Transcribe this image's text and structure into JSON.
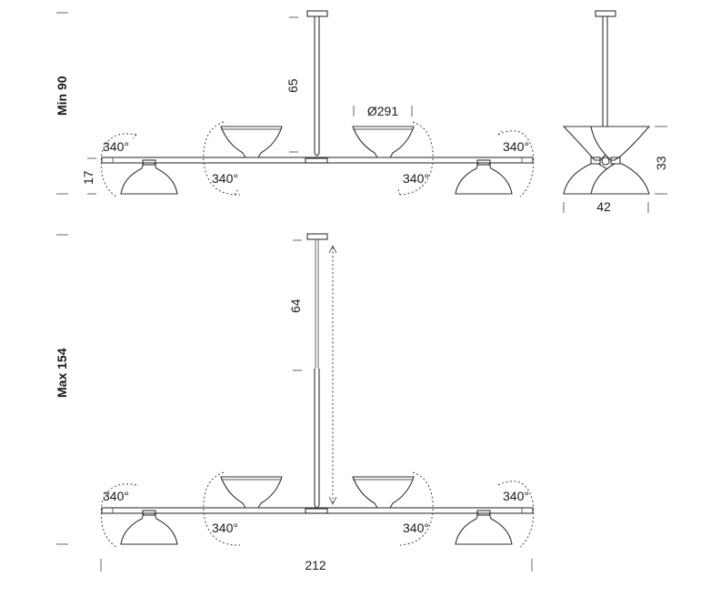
{
  "views": {
    "min_label": "Min 90",
    "max_label": "Max 154"
  },
  "dimensions": {
    "stem_min": "65",
    "stem_max": "64",
    "shade_diameter": "Ø291",
    "arm_height": "17",
    "side_height": "33",
    "side_width": "42",
    "total_width": "212",
    "rotation": "340°"
  },
  "colors": {
    "line": "#333333",
    "background": "#ffffff"
  }
}
